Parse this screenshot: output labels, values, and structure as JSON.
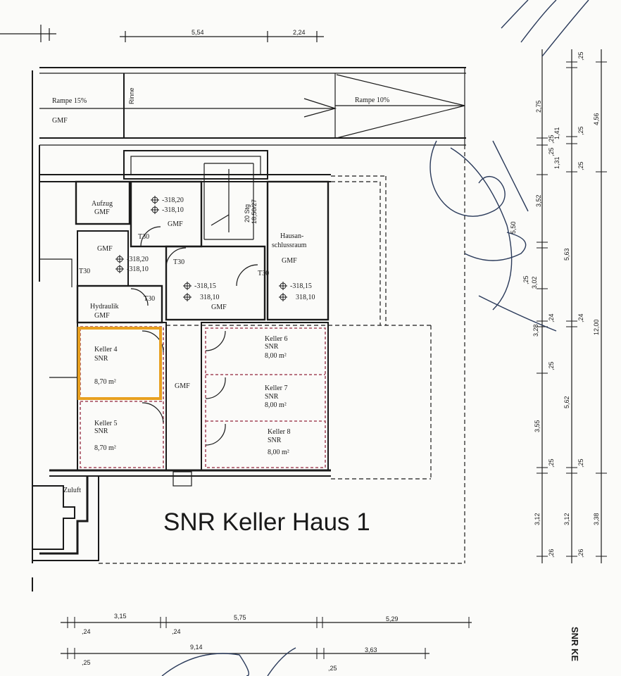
{
  "title": "SNR Keller Haus 1",
  "side_title": "SNR KE",
  "areas": {
    "rampe_left": "Rampe 15%",
    "gmf_top": "GMF",
    "rinne": "Rinne",
    "rampe_right": "Rampe 10%",
    "stair_dim": "20 Stg",
    "stair_dim2": "18,50/27"
  },
  "rooms": {
    "aufzug": {
      "name": "Aufzug",
      "use": "GMF"
    },
    "stair_room": {
      "lvl1": "-318,20",
      "lvl2": "-318,10",
      "use": "GMF"
    },
    "gmf_room": {
      "use": "GMF",
      "lvl1": "-318,20",
      "lvl2": "-318,10"
    },
    "middle_room": {
      "lvl1": "-318,15",
      "lvl2": "318,10",
      "use": "GMF"
    },
    "hausanschluss": {
      "name1": "Hausan-",
      "name2": "schlussraum",
      "use": "GMF",
      "lvl1": "-318,15",
      "lvl2": "318,10"
    },
    "hydraulik": {
      "name": "Hydraulik",
      "use": "GMF"
    },
    "keller4": {
      "name": "Keller 4",
      "use": "SNR",
      "area": "8,70 m²"
    },
    "keller5": {
      "name": "Keller 5",
      "use": "SNR",
      "area": "8,70 m²"
    },
    "keller6": {
      "name": "Keller 6",
      "use": "SNR",
      "area": "8,00 m²"
    },
    "keller7": {
      "name": "Keller 7",
      "use": "SNR",
      "area": "8,00 m²"
    },
    "keller8": {
      "name": "Keller 8",
      "use": "SNR",
      "area": "8,00 m²"
    },
    "corridor": {
      "use": "GMF"
    },
    "zuluft": "Zuluft"
  },
  "doors": {
    "t30": "T30"
  },
  "dims_top": [
    "5,54",
    "2,24"
  ],
  "dims_bottom1": [
    ",24",
    "3,15",
    ",24",
    "5,75",
    "5,29"
  ],
  "dims_bottom2": [
    ",25",
    "9,14",
    "3,63",
    ",25"
  ],
  "dims_right_inner": [
    "2,75",
    ",25",
    "1,41",
    ",25",
    "1,31",
    "3,52",
    "5,50",
    ",25",
    "3,02",
    "3,28",
    ",25",
    "3,55",
    ",25",
    "3,12",
    ",26"
  ],
  "dims_right_mid": [
    ",25",
    ",25",
    ",25",
    "5,63",
    ",24",
    ",24",
    "5,62",
    ",25",
    "3,12",
    ",26"
  ],
  "dims_right_outer": [
    "4,56",
    "12,00",
    "3,38"
  ],
  "highlight_color": "#e8a020"
}
